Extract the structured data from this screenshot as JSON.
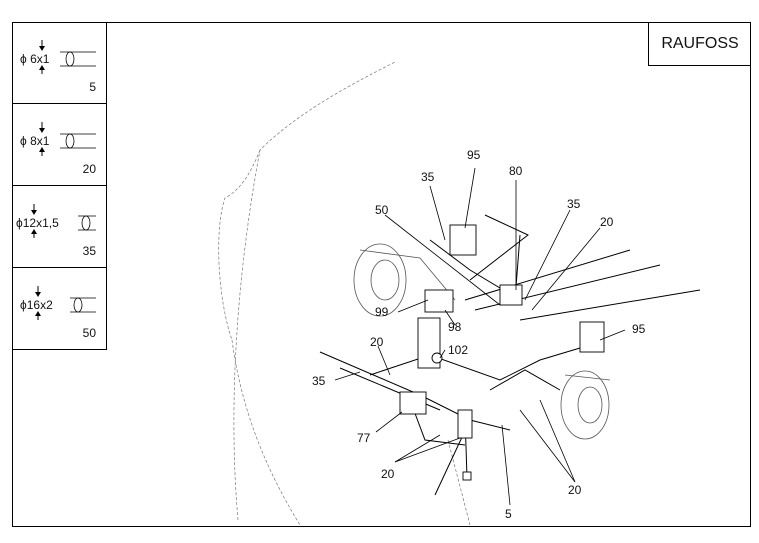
{
  "brand": "RAUFOSS",
  "legend": [
    {
      "diameter": "6x1",
      "ref": "5"
    },
    {
      "diameter": "8x1",
      "ref": "20"
    },
    {
      "diameter": "12x1,5",
      "ref": "35"
    },
    {
      "diameter": "16x2",
      "ref": "50"
    }
  ],
  "diameter_symbol": "ϕ",
  "callouts": [
    "95",
    "35",
    "80",
    "50",
    "35",
    "20",
    "99",
    "98",
    "95",
    "20",
    "102",
    "35",
    "77",
    "20",
    "20",
    "5",
    "20"
  ]
}
